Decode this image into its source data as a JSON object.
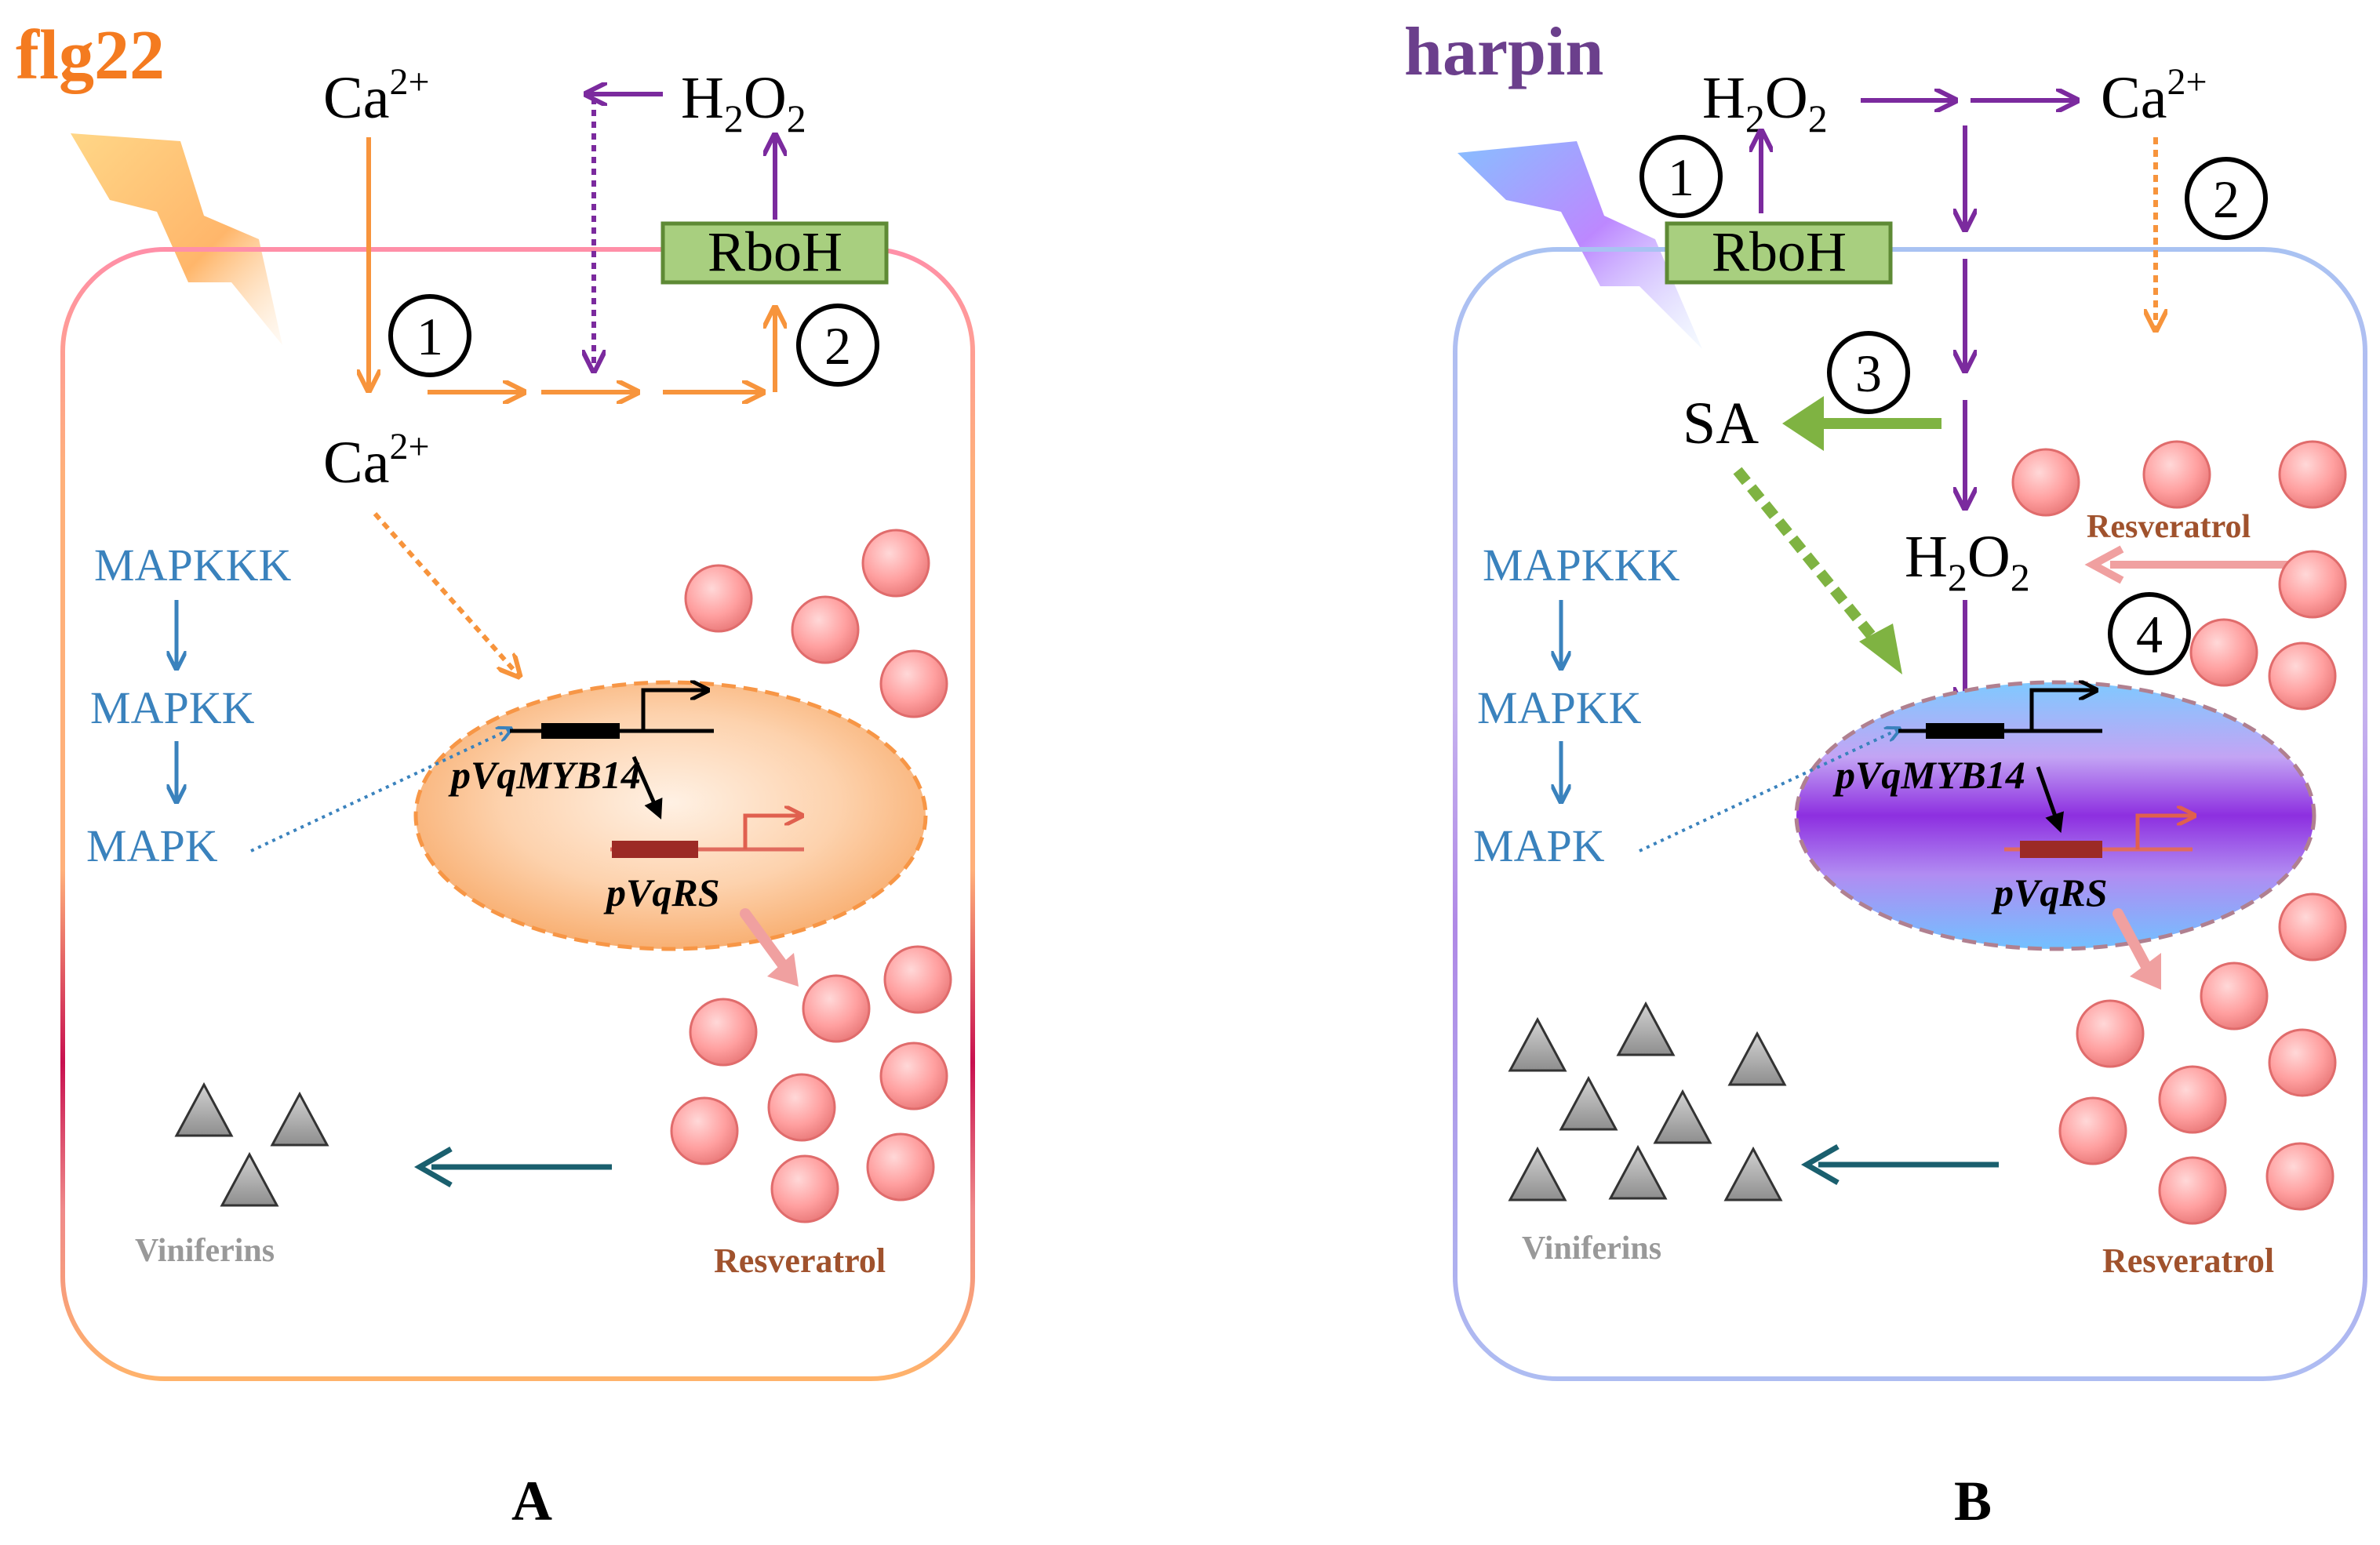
{
  "colors": {
    "flg22": "#f47b20",
    "harpin": "#6b3f8c",
    "orange_arrow": "#f7943c",
    "purple_arrow": "#7b2a9e",
    "blue_text": "#3a82bd",
    "green_arrow": "#7fb342",
    "teal_arrow": "#1a5f6e",
    "resveratrol_text": "#a0522d",
    "viniferins_text": "#999999",
    "rboh_fill": "#a8cf7f",
    "rboh_stroke": "#5e8a35"
  },
  "panel_a": {
    "elicitor": "flg22",
    "ca_top": "Ca",
    "ca_top_sup": "2+",
    "ca_inside": "Ca",
    "ca_inside_sup": "2+",
    "h2o2_h": "H",
    "h2o2_sub1": "2",
    "h2o2_o": "O",
    "h2o2_sub2": "2",
    "rboh": "RboH",
    "step1": "1",
    "step2": "2",
    "mapkkk": "MAPKKK",
    "mapkk": "MAPKK",
    "mapk": "MAPK",
    "promoter_myb": "pVqMYB14",
    "promoter_rs": "pVqRS",
    "resveratrol": "Resveratrol",
    "viniferins": "Viniferins",
    "panel_label": "A"
  },
  "panel_b": {
    "elicitor": "harpin",
    "h2o2_top_h": "H",
    "h2o2_top_sub1": "2",
    "h2o2_top_o": "O",
    "h2o2_top_sub2": "2",
    "ca_top": "Ca",
    "ca_top_sup": "2+",
    "rboh": "RboH",
    "step1": "1",
    "step2": "2",
    "step3": "3",
    "step4": "4",
    "sa": "SA",
    "h2o2_mid_h": "H",
    "h2o2_mid_sub1": "2",
    "h2o2_mid_o": "O",
    "h2o2_mid_sub2": "2",
    "resveratrol_top": "Resveratrol",
    "mapkkk": "MAPKKK",
    "mapkk": "MAPKK",
    "mapk": "MAPK",
    "promoter_myb": "pVqMYB14",
    "promoter_rs": "pVqRS",
    "resveratrol": "Resveratrol",
    "viniferins": "Viniferins",
    "panel_label": "B"
  }
}
